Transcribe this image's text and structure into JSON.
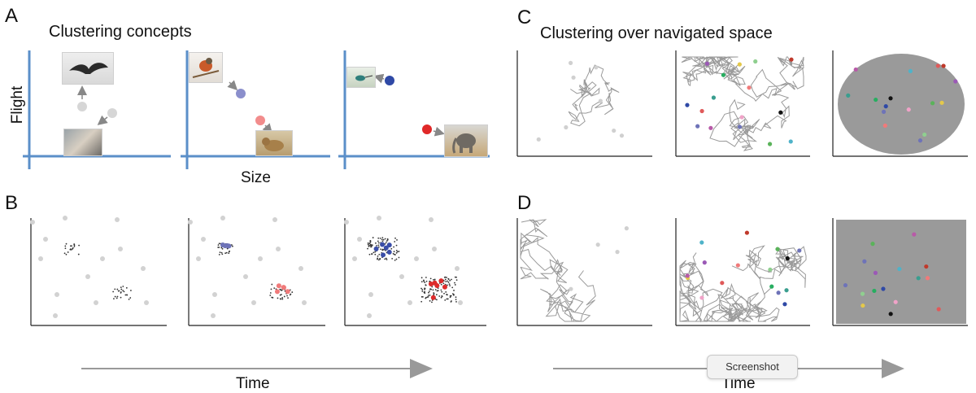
{
  "panels": {
    "A": {
      "letter": "A",
      "title": "Clustering concepts",
      "ylabel": "Flight",
      "xlabel": "Size"
    },
    "B": {
      "letter": "B"
    },
    "C": {
      "letter": "C",
      "title": "Clustering over navigated space"
    },
    "D": {
      "letter": "D"
    }
  },
  "time_label_left": "Time",
  "time_label_right": "Time",
  "tooltip": "Screenshot",
  "images": {
    "eagle": "eagle photo",
    "kitten": "kitten photo",
    "robin": "robin photo",
    "lion_cub": "lion cub photo",
    "hummingbird": "hummingbird photo",
    "elephant": "elephant photo"
  },
  "colors": {
    "axis_blue": "#5b8fc9",
    "axis_black": "#222222",
    "path_gray": "#9a9a9a",
    "dot_gray": "#cfcfcf",
    "purple": "#6e73b8",
    "navy": "#3a4ea8",
    "pink": "#f07a7a",
    "red": "#dd2b2b"
  }
}
